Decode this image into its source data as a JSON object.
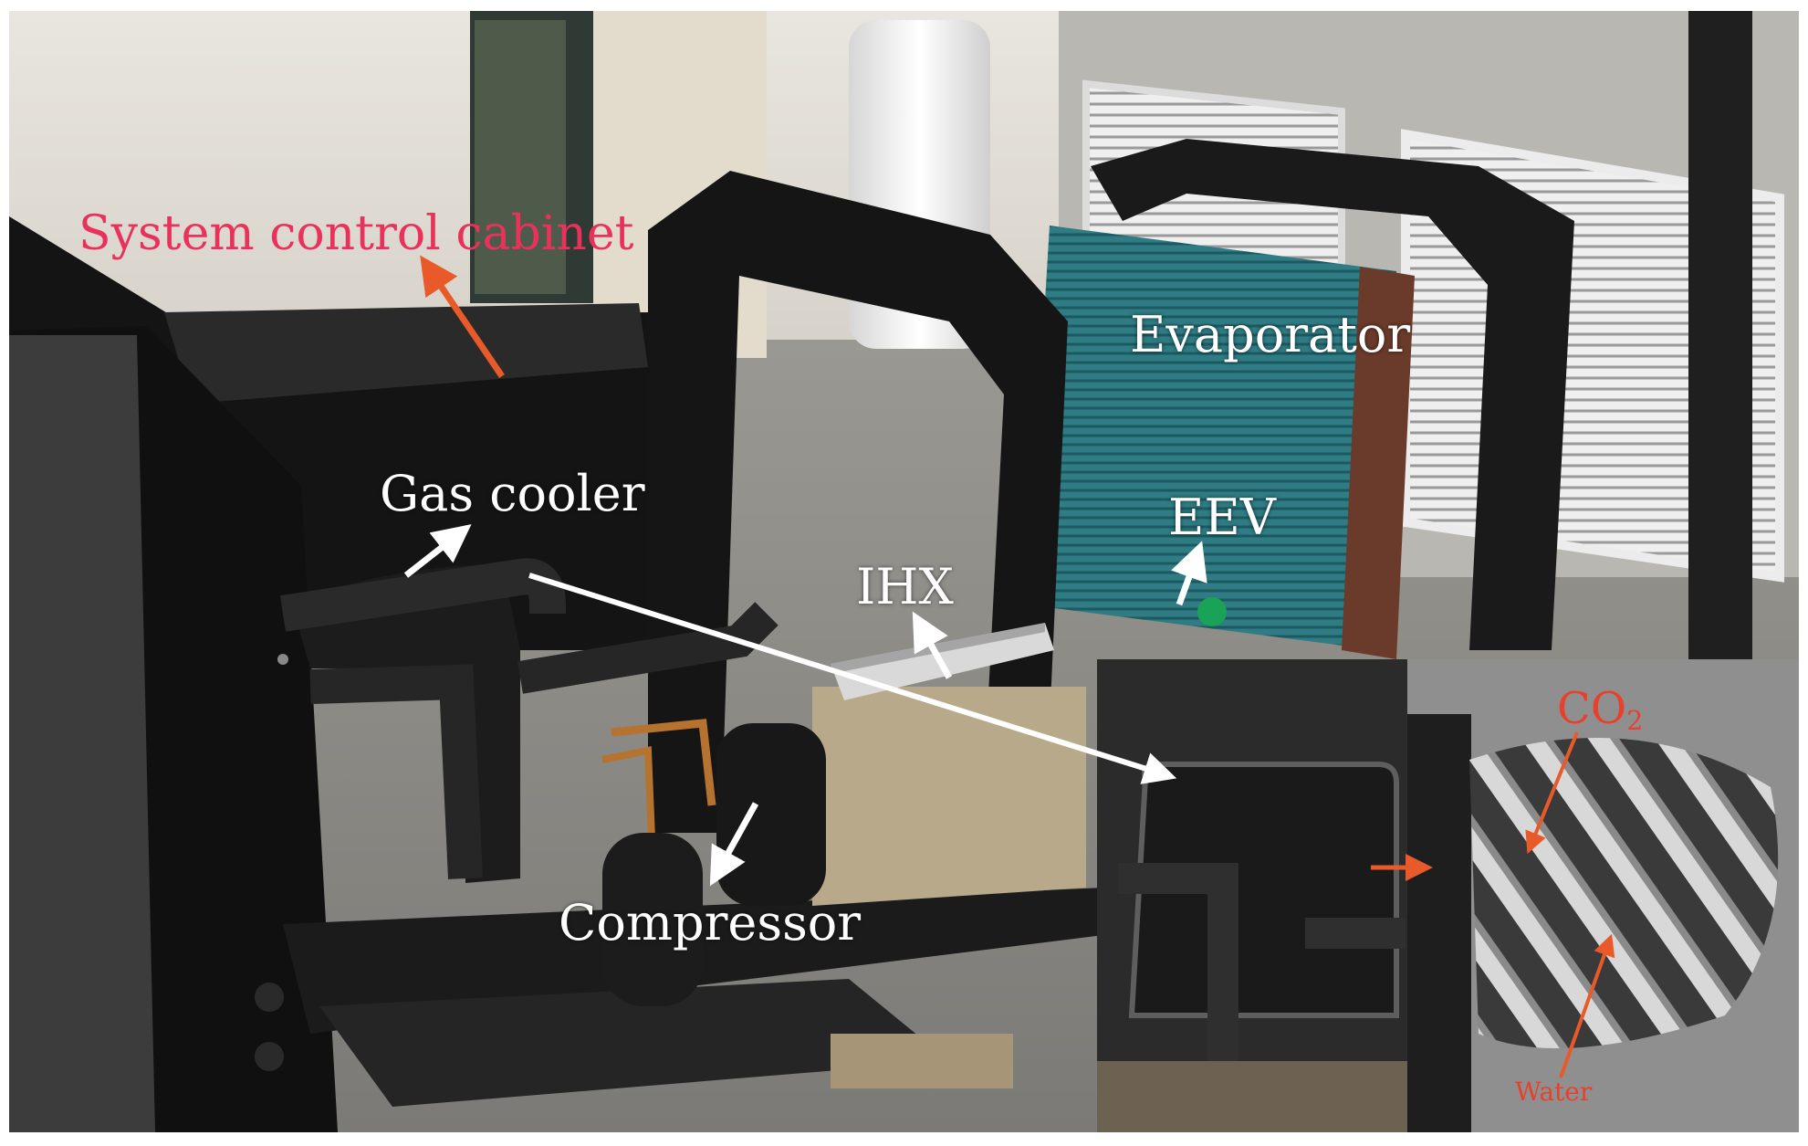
{
  "labels": {
    "cabinet": "System control cabinet",
    "evaporator": "Evaporator",
    "gas_cooler": "Gas cooler",
    "eev": "EEV",
    "ihx": "IHX",
    "compressor": "Compressor",
    "co2_main": "CO",
    "co2_sub": "2",
    "water": "Water"
  },
  "colors": {
    "annotation_white": "#ffffff",
    "annotation_red": "#e8325c",
    "arrow_red": "#e85a2a"
  }
}
